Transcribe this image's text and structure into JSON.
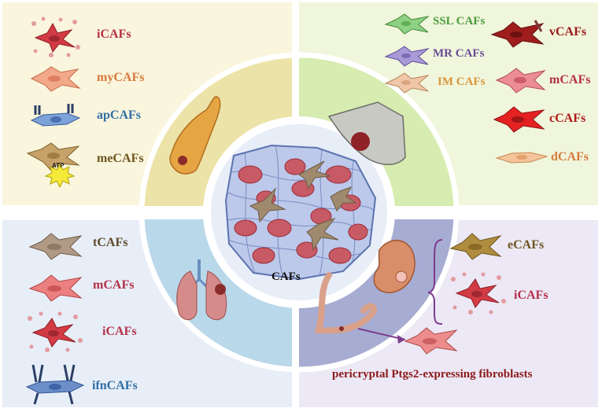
{
  "center": {
    "label": "CAFs"
  },
  "quadrants": {
    "top_left": {
      "organ": "pancreas-icon",
      "items": [
        {
          "label": "iCAFs",
          "icon": "inflammatory-caf-icon",
          "color": "#b5304a"
        },
        {
          "label": "myCAFs",
          "icon": "myofibroblast-caf-icon",
          "color": "#d77a3b"
        },
        {
          "label": "apCAFs",
          "icon": "antigen-presenting-caf-icon",
          "color": "#2f6fa8"
        },
        {
          "label": "meCAFs",
          "icon": "metabolic-caf-icon",
          "color": "#6e5520"
        }
      ],
      "atp_label": "ATP"
    },
    "top_right": {
      "organ": "breast-icon",
      "items": [
        {
          "label": "SSL CAFs",
          "icon": "green-fibroblast-icon",
          "color": "#4a9b3b"
        },
        {
          "label": "MR CAFs",
          "icon": "purple-fibroblast-icon",
          "color": "#6a4a93"
        },
        {
          "label": "IM CAFs",
          "icon": "tan-fibroblast-icon",
          "color": "#d9953a"
        },
        {
          "label": "vCAFs",
          "icon": "vascular-caf-icon",
          "color": "#9c1818"
        },
        {
          "label": "mCAFs",
          "icon": "matrix-caf-icon",
          "color": "#b5304a"
        },
        {
          "label": "cCAFs",
          "icon": "cycling-caf-icon",
          "color": "#b01c1c"
        },
        {
          "label": "dCAFs",
          "icon": "developmental-caf-icon",
          "color": "#d77a3b"
        }
      ]
    },
    "bottom_left": {
      "organ": "lung-icon",
      "items": [
        {
          "label": "tCAFs",
          "icon": "tumor-like-caf-icon",
          "color": "#5c4a2a"
        },
        {
          "label": "mCAFs",
          "icon": "matrix-caf-icon",
          "color": "#b5304a"
        },
        {
          "label": "iCAFs",
          "icon": "inflammatory-caf-icon",
          "color": "#b5304a"
        },
        {
          "label": "ifnCAFs",
          "icon": "interferon-caf-icon",
          "color": "#2f6fa8"
        }
      ]
    },
    "bottom_right": {
      "organ": "stomach-intestine-icon",
      "items": [
        {
          "label": "eCAFs",
          "icon": "ecm-caf-icon",
          "color": "#6e5520"
        },
        {
          "label": "iCAFs",
          "icon": "inflammatory-caf-icon",
          "color": "#b5304a"
        }
      ],
      "caption": "pericryptal Ptgs2-expressing fibroblasts",
      "caption_color": "#8c1a1a"
    }
  },
  "colors": {
    "panel_top_left": "#faf5dd",
    "panel_top_right": "#f0f6dc",
    "panel_bottom_left": "#e7eef7",
    "panel_bottom_right": "#ece8f5",
    "ring_top_left": "#ece3a8",
    "ring_top_right": "#d6ecb0",
    "ring_bottom_left": "#b9d8ea",
    "ring_bottom_right": "#a7acd2"
  }
}
